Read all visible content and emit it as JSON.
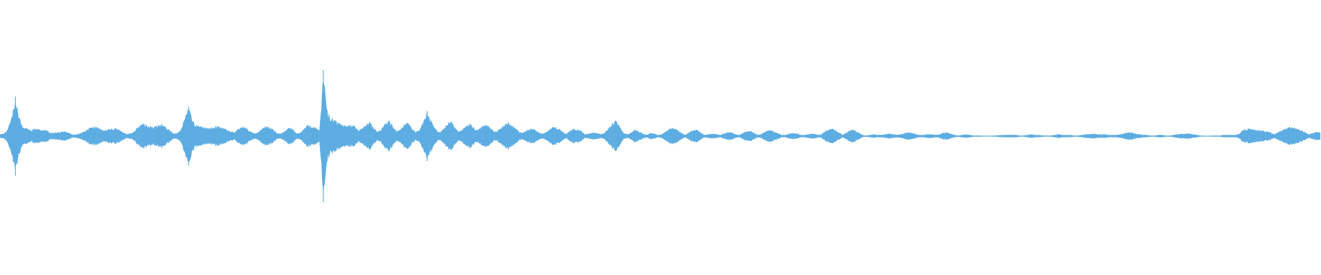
{
  "waveform": {
    "color": "#5dade2",
    "background": "#ffffff",
    "envelope": [
      0.03,
      0.04,
      0.1,
      0.3,
      0.6,
      0.3,
      0.14,
      0.12,
      0.1,
      0.12,
      0.11,
      0.09,
      0.1,
      0.06,
      0.05,
      0.06,
      0.07,
      0.08,
      0.05,
      0.02,
      0.03,
      0.05,
      0.08,
      0.12,
      0.14,
      0.16,
      0.12,
      0.09,
      0.1,
      0.12,
      0.13,
      0.1,
      0.06,
      0.03,
      0.05,
      0.08,
      0.16,
      0.2,
      0.18,
      0.16,
      0.14,
      0.17,
      0.19,
      0.15,
      0.1,
      0.04,
      0.05,
      0.1,
      0.3,
      0.45,
      0.25,
      0.18,
      0.16,
      0.14,
      0.12,
      0.14,
      0.16,
      0.15,
      0.13,
      0.1,
      0.08,
      0.06,
      0.12,
      0.15,
      0.13,
      0.08,
      0.04,
      0.06,
      0.12,
      0.16,
      0.14,
      0.1,
      0.05,
      0.04,
      0.08,
      0.13,
      0.12,
      0.05,
      0.05,
      0.12,
      0.18,
      0.16,
      0.14,
      0.08,
      1.0,
      0.4,
      0.3,
      0.24,
      0.22,
      0.18,
      0.17,
      0.18,
      0.16,
      0.1,
      0.12,
      0.18,
      0.22,
      0.14,
      0.08,
      0.1,
      0.2,
      0.24,
      0.18,
      0.08,
      0.1,
      0.18,
      0.22,
      0.14,
      0.06,
      0.1,
      0.24,
      0.38,
      0.26,
      0.12,
      0.06,
      0.1,
      0.18,
      0.24,
      0.16,
      0.08,
      0.1,
      0.16,
      0.2,
      0.14,
      0.1,
      0.14,
      0.18,
      0.16,
      0.1,
      0.07,
      0.12,
      0.18,
      0.22,
      0.18,
      0.12,
      0.06,
      0.06,
      0.1,
      0.12,
      0.1,
      0.06,
      0.04,
      0.07,
      0.12,
      0.15,
      0.13,
      0.08,
      0.03,
      0.08,
      0.12,
      0.11,
      0.08,
      0.03,
      0.04,
      0.06,
      0.05,
      0.03,
      0.05,
      0.12,
      0.2,
      0.24,
      0.16,
      0.05,
      0.03,
      0.06,
      0.1,
      0.08,
      0.04,
      0.02,
      0.05,
      0.04,
      0.02,
      0.03,
      0.08,
      0.12,
      0.14,
      0.1,
      0.05,
      0.02,
      0.06,
      0.1,
      0.1,
      0.06,
      0.02,
      0.03,
      0.04,
      0.03,
      0.02,
      0.04,
      0.06,
      0.06,
      0.03,
      0.02,
      0.05,
      0.08,
      0.08,
      0.05,
      0.02,
      0.04,
      0.08,
      0.1,
      0.08,
      0.05,
      0.02,
      0.02,
      0.04,
      0.05,
      0.04,
      0.02,
      0.02,
      0.03,
      0.04,
      0.03,
      0.02,
      0.06,
      0.1,
      0.12,
      0.1,
      0.06,
      0.02,
      0.06,
      0.1,
      0.1,
      0.06,
      0.02,
      0.01,
      0.02,
      0.03,
      0.02,
      0.02,
      0.03,
      0.04,
      0.03,
      0.02,
      0.03,
      0.05,
      0.06,
      0.05,
      0.03,
      0.02,
      0.02,
      0.03,
      0.03,
      0.02,
      0.03,
      0.05,
      0.06,
      0.04,
      0.02,
      0.01,
      0.02,
      0.03,
      0.02,
      0.01,
      0.01,
      0.01,
      0.0,
      0.0,
      0.01,
      0.01,
      0.02,
      0.02,
      0.02,
      0.02,
      0.02,
      0.01,
      0.01,
      0.02,
      0.03,
      0.02,
      0.02,
      0.01,
      0.01,
      0.01,
      0.02,
      0.03,
      0.02,
      0.02,
      0.02,
      0.01,
      0.01,
      0.02,
      0.03,
      0.03,
      0.04,
      0.03,
      0.03,
      0.03,
      0.02,
      0.02,
      0.02,
      0.03,
      0.04,
      0.06,
      0.06,
      0.04,
      0.03,
      0.02,
      0.02,
      0.01,
      0.01,
      0.02,
      0.02,
      0.01,
      0.01,
      0.02,
      0.03,
      0.04,
      0.04,
      0.04,
      0.03,
      0.02,
      0.01,
      0.0,
      0.0,
      0.01,
      0.01,
      0.01,
      0.02,
      0.02,
      0.02,
      0.02,
      0.04,
      0.1,
      0.12,
      0.12,
      0.1,
      0.09,
      0.09,
      0.08,
      0.06,
      0.03,
      0.06,
      0.1,
      0.12,
      0.14,
      0.14,
      0.12,
      0.1,
      0.06,
      0.03,
      0.05,
      0.07,
      0.06
    ]
  }
}
